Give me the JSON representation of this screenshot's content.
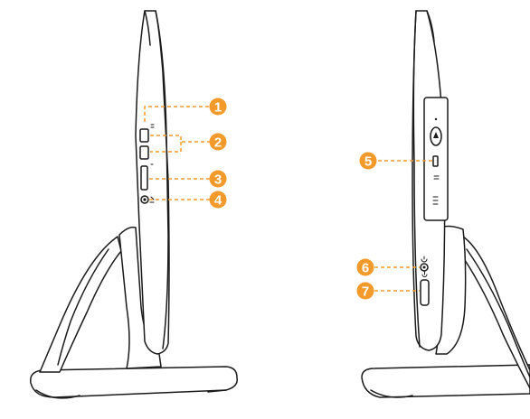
{
  "callouts": [
    {
      "number": "1"
    },
    {
      "number": "2"
    },
    {
      "number": "3"
    },
    {
      "number": "4"
    },
    {
      "number": "5"
    },
    {
      "number": "6"
    },
    {
      "number": "7"
    }
  ],
  "colors": {
    "callout": "#f39a2b",
    "outline": "#1a1a1a",
    "fill": "#ffffff"
  }
}
